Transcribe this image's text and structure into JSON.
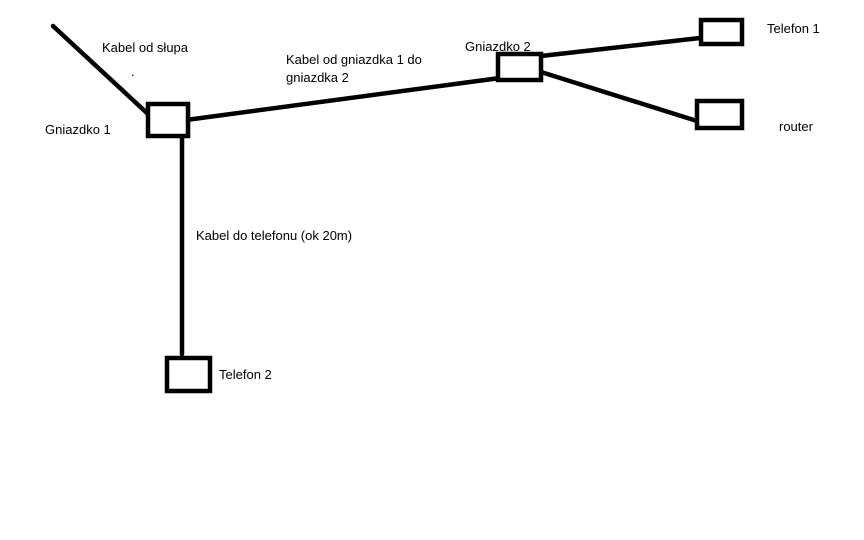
{
  "colors": {
    "stroke": "#000000",
    "background": "#ffffff"
  },
  "nodes": {
    "gniazdko_1": "Gniazdko 1",
    "gniazdko_2": "Gniazdko 2",
    "telefon_1": "Telefon 1",
    "telefon_2": "Telefon 2",
    "router": "router"
  },
  "edges": {
    "cable_pole": "Kabel od słupa",
    "cable_pole_mark": ".",
    "cable_1_to_2": "Kabel od gniazdka 1 do gniazdka 2",
    "cable_phone": "Kabel do telefonu (ok 20m)"
  }
}
